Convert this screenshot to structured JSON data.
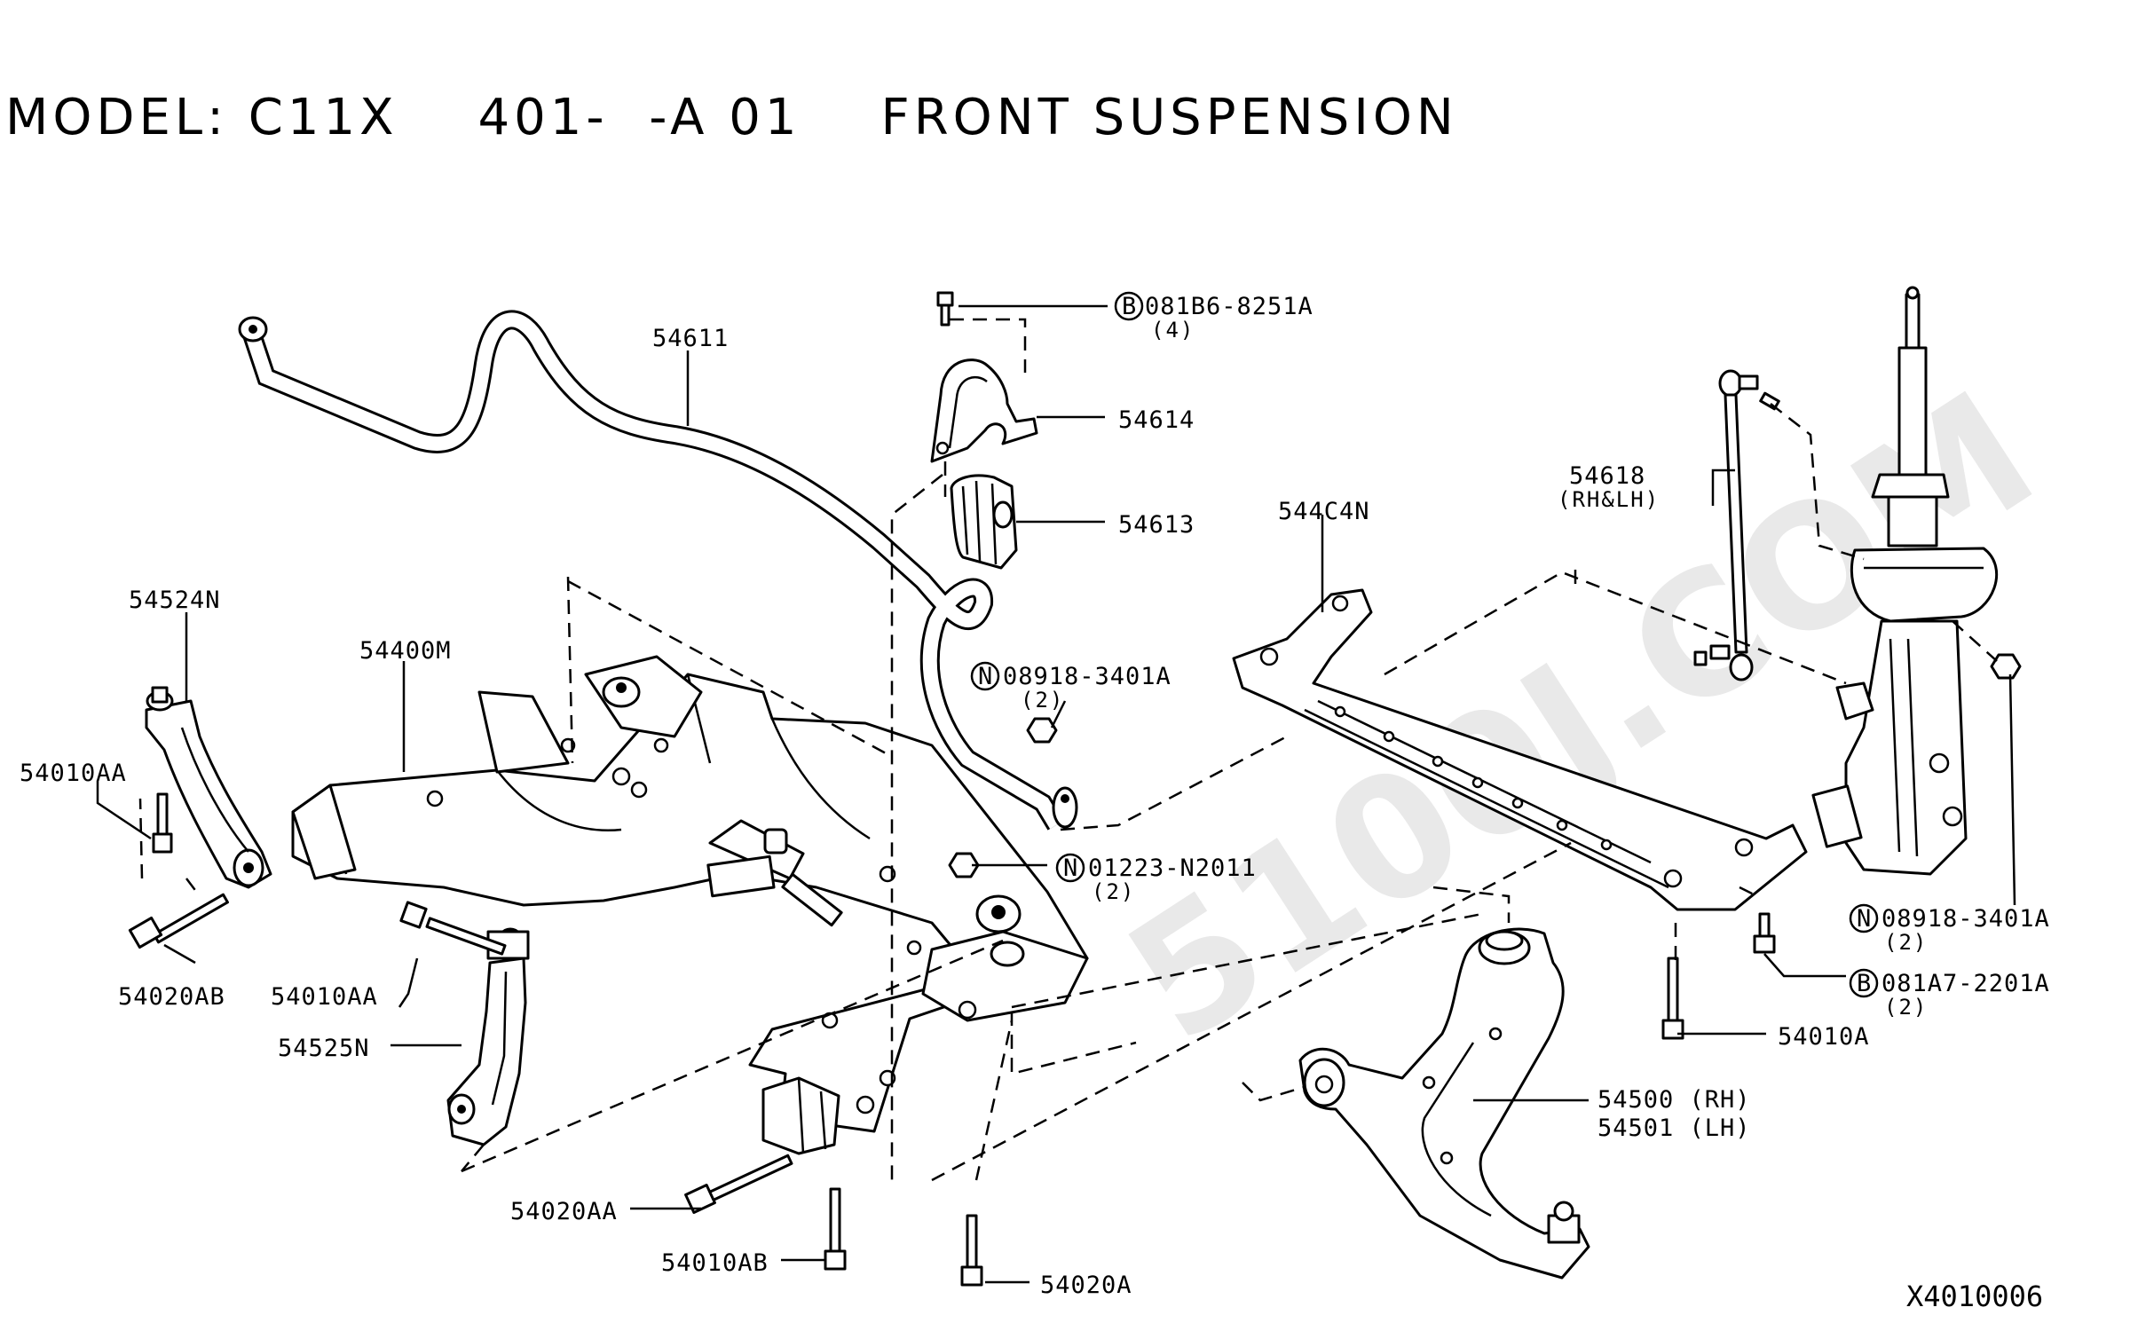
{
  "header": {
    "model": "MODEL: C11X",
    "code": "401-  -A 01",
    "section": "FRONT SUSPENSION"
  },
  "watermark": "5100J.COM",
  "diagram_id": "X4010006",
  "callouts": {
    "p54611": "54611",
    "p54614": "54614",
    "p54613": "54613",
    "bolt_b1": "081B6-8251A",
    "bolt_b1_qty": "(4)",
    "nut_n1": "08918-3401A",
    "nut_n1_qty": "(2)",
    "nut_n2": "01223-N2011",
    "nut_n2_qty": "(2)",
    "p54618": "54618",
    "p54618_side": "(RH&LH)",
    "p544C4N": "544C4N",
    "p54524N": "54524N",
    "p54400M": "54400M",
    "p54010AA_a": "54010AA",
    "p54010AA_b": "54010AA",
    "p54020AB": "54020AB",
    "p54525N": "54525N",
    "p54020AA": "54020AA",
    "p54010AB": "54010AB",
    "p54020A": "54020A",
    "p54010A": "54010A",
    "nut_n3": "08918-3401A",
    "nut_n3_qty": "(2)",
    "bolt_b2": "081A7-2201A",
    "bolt_b2_qty": "(2)",
    "p54500": "54500 (RH)",
    "p54501": "54501 (LH)"
  },
  "markers": {
    "bolt": "B",
    "nut": "N"
  }
}
